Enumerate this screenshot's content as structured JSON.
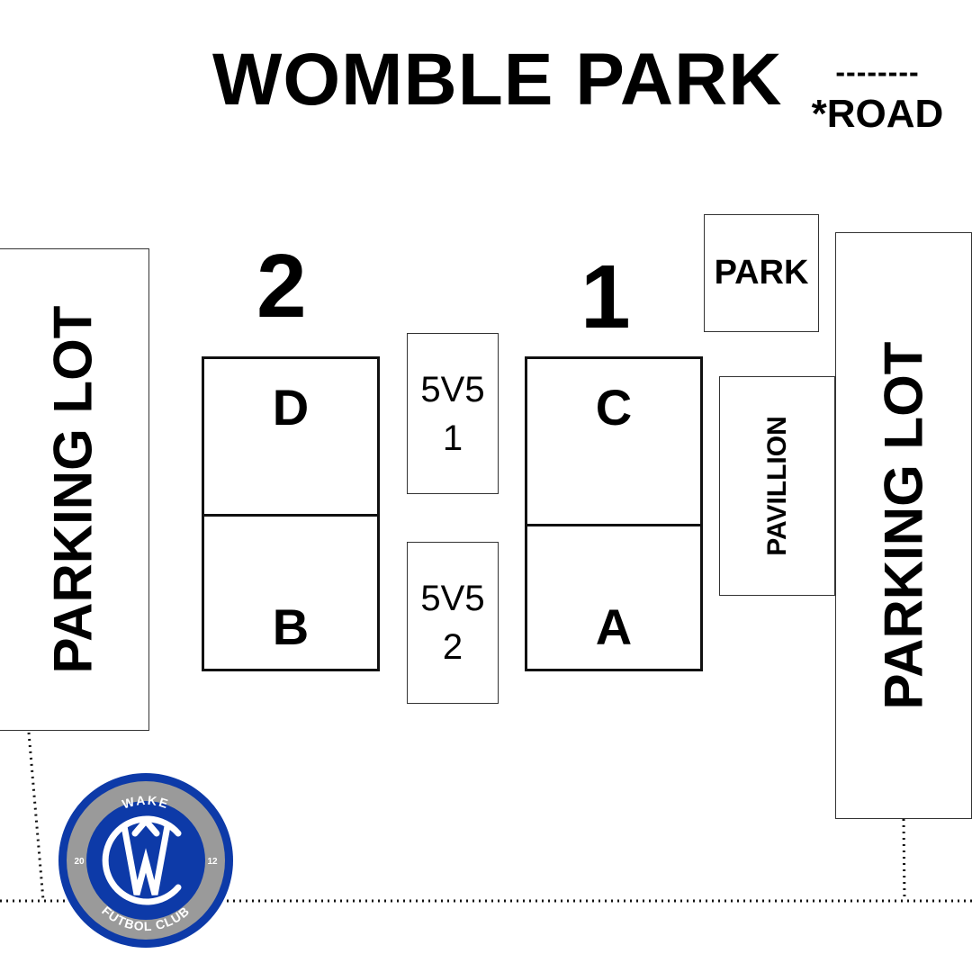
{
  "map": {
    "title": "WOMBLE PARK",
    "legend": {
      "road_symbol": "--------",
      "road_label": "*ROAD"
    },
    "complex_labels": {
      "left": "2",
      "right": "1"
    },
    "parking_left": "PARKING LOT",
    "parking_right": "PARKING LOT",
    "park_box": "PARK",
    "pavilion": "PAVILLION",
    "fields": {
      "d": "D",
      "b": "B",
      "c": "C",
      "a": "A"
    },
    "small_fields": [
      {
        "line1": "5V5",
        "line2": "1"
      },
      {
        "line1": "5V5",
        "line2": "2"
      }
    ],
    "logo": {
      "top_text": "WAKE",
      "bottom_text": "FUTBOL CLUB",
      "year_left": "20",
      "year_right": "12"
    },
    "colors": {
      "logo_blue": "#0d3aa8",
      "logo_gray": "#9a9a9a",
      "ink": "#111111"
    }
  }
}
